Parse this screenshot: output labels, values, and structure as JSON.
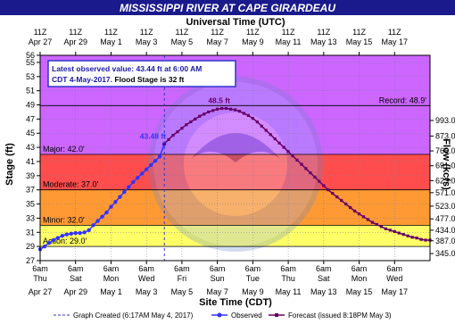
{
  "header": {
    "title": "MISSISSIPPI RIVER AT CAPE GIRARDEAU",
    "top_axis_title": "Universal Time (UTC)"
  },
  "colors": {
    "title_bg": "#1a1a8c",
    "title_text": "#ffffff",
    "band_record": "#cc66ff",
    "band_major": "#ff4d4d",
    "band_moderate": "#ff9933",
    "band_minor": "#ffff66",
    "observed": "#3333ff",
    "forecast": "#660066",
    "infobox_bg": "#ffffff",
    "infobox_border": "#3333cc",
    "infobox_text": "#1a1aa6"
  },
  "info_box": {
    "line1": "Latest observed value: 43.44 ft at 6:00 AM",
    "line2a": "CDT 4-May-2017. ",
    "line2b": "Flood Stage is 32 ft"
  },
  "legend": {
    "graph_created": "Graph Created (6:17AM May 4, 2017)",
    "observed": "Observed",
    "forecast": "Forecast (issued 8:18PM May 3)"
  },
  "chart_data": {
    "type": "line",
    "ylabel": "Stage (ft)",
    "y2label": "Flow (kcfs)",
    "xlabel": "Site Time (CDT)",
    "ylim": [
      27,
      56
    ],
    "xlim_days": [
      0,
      22
    ],
    "y_ticks": [
      27,
      29,
      31,
      33,
      35,
      37,
      39,
      41,
      43,
      45,
      47,
      49,
      51,
      53,
      55,
      56
    ],
    "flow_ticks": [
      {
        "stage": 28,
        "label": "345.0"
      },
      {
        "stage": 29.8,
        "label": "387.0"
      },
      {
        "stage": 31.3,
        "label": "434.0"
      },
      {
        "stage": 32.9,
        "label": "477.0"
      },
      {
        "stage": 34.7,
        "label": "523.0"
      },
      {
        "stage": 36.6,
        "label": "571.0"
      },
      {
        "stage": 38.3,
        "label": "623.0"
      },
      {
        "stage": 40.4,
        "label": "691.0"
      },
      {
        "stage": 42.5,
        "label": "766.0"
      },
      {
        "stage": 44.6,
        "label": "873.0"
      },
      {
        "stage": 46.8,
        "label": "993.0"
      }
    ],
    "top_ticks": [
      {
        "day": 0,
        "time": "11Z",
        "date": "Apr 27"
      },
      {
        "day": 2,
        "time": "11Z",
        "date": "Apr 29"
      },
      {
        "day": 4,
        "time": "11Z",
        "date": "May 1"
      },
      {
        "day": 6,
        "time": "11Z",
        "date": "May 3"
      },
      {
        "day": 8,
        "time": "11Z",
        "date": "May 5"
      },
      {
        "day": 10,
        "time": "11Z",
        "date": "May 7"
      },
      {
        "day": 12,
        "time": "11Z",
        "date": "May 9"
      },
      {
        "day": 14,
        "time": "11Z",
        "date": "May 11"
      },
      {
        "day": 16,
        "time": "11Z",
        "date": "May 13"
      },
      {
        "day": 18,
        "time": "11Z",
        "date": "May 15"
      },
      {
        "day": 20,
        "time": "11Z",
        "date": "May 17"
      }
    ],
    "bottom_ticks": [
      {
        "day": 0,
        "time": "6am",
        "weekday": "Thu",
        "date": "Apr 27"
      },
      {
        "day": 2,
        "time": "6am",
        "weekday": "Sat",
        "date": "Apr 29"
      },
      {
        "day": 4,
        "time": "6am",
        "weekday": "Mon",
        "date": "May 1"
      },
      {
        "day": 6,
        "time": "6am",
        "weekday": "Wed",
        "date": "May 3"
      },
      {
        "day": 8,
        "time": "6am",
        "weekday": "Fri",
        "date": "May 5"
      },
      {
        "day": 10,
        "time": "6am",
        "weekday": "Sun",
        "date": "May 7"
      },
      {
        "day": 12,
        "time": "6am",
        "weekday": "Tue",
        "date": "May 9"
      },
      {
        "day": 14,
        "time": "6am",
        "weekday": "Thu",
        "date": "May 11"
      },
      {
        "day": 16,
        "time": "6am",
        "weekday": "Sat",
        "date": "May 13"
      },
      {
        "day": 18,
        "time": "6am",
        "weekday": "Mon",
        "date": "May 15"
      },
      {
        "day": 20,
        "time": "6am",
        "weekday": "Wed",
        "date": "May 17"
      }
    ],
    "flood_categories": [
      {
        "name": "Action",
        "label": "Action: 29.0'",
        "stage": 29.0
      },
      {
        "name": "Minor",
        "label": "Minor: 32.0'",
        "stage": 32.0
      },
      {
        "name": "Moderate",
        "label": "Moderate: 37.0'",
        "stage": 37.0
      },
      {
        "name": "Major",
        "label": "Major: 42.0'",
        "stage": 42.0
      },
      {
        "name": "Record",
        "label": "Record: 48.9'",
        "stage": 48.9
      }
    ],
    "latest_observed": {
      "day": 7,
      "stage": 43.44,
      "label": "43.48 ft"
    },
    "crest": {
      "day": 10.1,
      "stage": 48.5,
      "label": "48.5 ft"
    },
    "graph_created_day": 7.01,
    "series": [
      {
        "name": "Observed",
        "points": [
          [
            0.0,
            28.6
          ],
          [
            0.25,
            29.0
          ],
          [
            0.5,
            29.5
          ],
          [
            0.75,
            29.9
          ],
          [
            1.0,
            30.2
          ],
          [
            1.25,
            30.5
          ],
          [
            1.5,
            30.7
          ],
          [
            1.75,
            30.8
          ],
          [
            2.0,
            30.9
          ],
          [
            2.25,
            30.9
          ],
          [
            2.5,
            31.0
          ],
          [
            2.75,
            31.3
          ],
          [
            3.0,
            32.0
          ],
          [
            3.25,
            32.6
          ],
          [
            3.5,
            33.2
          ],
          [
            3.75,
            33.8
          ],
          [
            4.0,
            34.6
          ],
          [
            4.25,
            35.3
          ],
          [
            4.5,
            36.0
          ],
          [
            4.75,
            36.7
          ],
          [
            5.0,
            37.4
          ],
          [
            5.25,
            38.1
          ],
          [
            5.5,
            38.7
          ],
          [
            5.75,
            39.3
          ],
          [
            6.0,
            39.9
          ],
          [
            6.25,
            40.5
          ],
          [
            6.5,
            41.1
          ],
          [
            6.75,
            41.7
          ],
          [
            7.0,
            43.44
          ]
        ]
      },
      {
        "name": "Forecast",
        "points": [
          [
            7.0,
            43.5
          ],
          [
            7.25,
            44.1
          ],
          [
            7.5,
            44.7
          ],
          [
            7.75,
            45.2
          ],
          [
            8.0,
            45.7
          ],
          [
            8.25,
            46.2
          ],
          [
            8.5,
            46.6
          ],
          [
            8.75,
            47.0
          ],
          [
            9.0,
            47.4
          ],
          [
            9.25,
            47.7
          ],
          [
            9.5,
            48.0
          ],
          [
            9.75,
            48.2
          ],
          [
            10.0,
            48.4
          ],
          [
            10.25,
            48.5
          ],
          [
            10.5,
            48.5
          ],
          [
            10.75,
            48.4
          ],
          [
            11.0,
            48.3
          ],
          [
            11.25,
            48.1
          ],
          [
            11.5,
            47.8
          ],
          [
            11.75,
            47.5
          ],
          [
            12.0,
            47.1
          ],
          [
            12.25,
            46.6
          ],
          [
            12.5,
            46.0
          ],
          [
            12.75,
            45.4
          ],
          [
            13.0,
            44.8
          ],
          [
            13.25,
            44.2
          ],
          [
            13.5,
            43.6
          ],
          [
            13.75,
            43.0
          ],
          [
            14.0,
            42.4
          ],
          [
            14.25,
            41.8
          ],
          [
            14.5,
            41.2
          ],
          [
            14.75,
            40.6
          ],
          [
            15.0,
            40.0
          ],
          [
            15.25,
            39.4
          ],
          [
            15.5,
            38.8
          ],
          [
            15.75,
            38.2
          ],
          [
            16.0,
            37.6
          ],
          [
            16.25,
            37.0
          ],
          [
            16.5,
            36.5
          ],
          [
            16.75,
            36.0
          ],
          [
            17.0,
            35.5
          ],
          [
            17.25,
            35.0
          ],
          [
            17.5,
            34.5
          ],
          [
            17.75,
            34.0
          ],
          [
            18.0,
            33.6
          ],
          [
            18.25,
            33.2
          ],
          [
            18.5,
            32.8
          ],
          [
            18.75,
            32.4
          ],
          [
            19.0,
            32.1
          ],
          [
            19.25,
            31.8
          ],
          [
            19.5,
            31.5
          ],
          [
            19.75,
            31.3
          ],
          [
            20.0,
            31.1
          ],
          [
            20.25,
            30.9
          ],
          [
            20.5,
            30.7
          ],
          [
            20.75,
            30.5
          ],
          [
            21.0,
            30.3
          ],
          [
            21.25,
            30.2
          ],
          [
            21.5,
            30.0
          ],
          [
            21.75,
            29.9
          ],
          [
            22.0,
            29.9
          ]
        ]
      }
    ]
  }
}
